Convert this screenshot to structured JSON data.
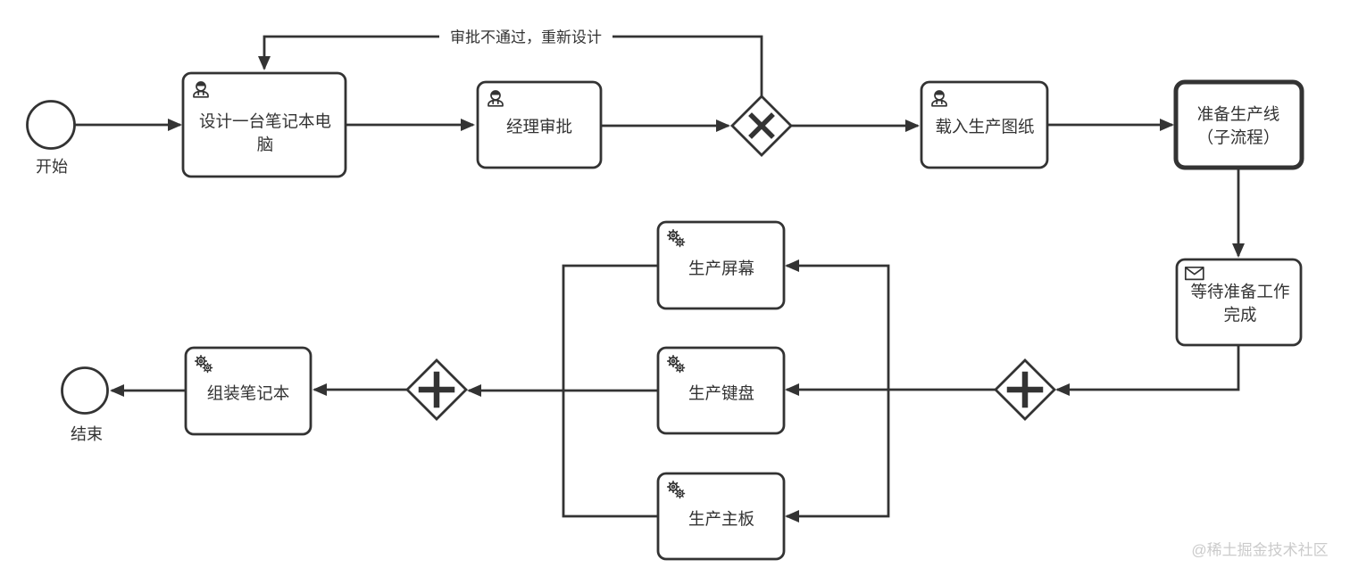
{
  "colors": {
    "stroke": "#333333",
    "text": "#333333",
    "background": "#ffffff",
    "watermark_text": "#cbcbcb"
  },
  "diagram": {
    "events": {
      "start": {
        "label": "开始"
      },
      "end": {
        "label": "结束"
      }
    },
    "tasks": {
      "design": {
        "icon": "user-icon",
        "label": "设计一台笔记本电脑",
        "lines": [
          "设计一台笔记本电",
          "脑"
        ]
      },
      "approve": {
        "icon": "user-icon",
        "label": "经理审批",
        "lines": [
          "经理审批"
        ]
      },
      "load": {
        "icon": "user-icon",
        "label": "载入生产图纸",
        "lines": [
          "载入生产图纸"
        ]
      },
      "prepare": {
        "icon": "none",
        "label": "准备生产线（子流程）",
        "lines": [
          "准备生产线",
          "（子流程）"
        ],
        "style": "subprocess-thick-border"
      },
      "wait": {
        "icon": "message-icon",
        "label": "等待准备工作完成",
        "lines": [
          "等待准备工作",
          "完成"
        ]
      },
      "screen": {
        "icon": "gears-icon",
        "label": "生产屏幕",
        "lines": [
          "生产屏幕"
        ]
      },
      "keyboard": {
        "icon": "gears-icon",
        "label": "生产键盘",
        "lines": [
          "生产键盘"
        ]
      },
      "mainboard": {
        "icon": "gears-icon",
        "label": "生产主板",
        "lines": [
          "生产主板"
        ]
      },
      "assemble": {
        "icon": "gears-icon",
        "label": "组装笔记本",
        "lines": [
          "组装笔记本"
        ]
      }
    },
    "gateways": {
      "exclusive": {
        "type": "exclusive",
        "symbol": "×"
      },
      "fork": {
        "type": "parallel",
        "symbol": "+"
      },
      "join": {
        "type": "parallel",
        "symbol": "+"
      }
    },
    "edges": [
      {
        "from": "start",
        "to": "design"
      },
      {
        "from": "design",
        "to": "approve"
      },
      {
        "from": "approve",
        "to": "exclusive-gateway"
      },
      {
        "from": "exclusive-gateway",
        "to": "design",
        "label": "审批不通过，重新设计"
      },
      {
        "from": "exclusive-gateway",
        "to": "load"
      },
      {
        "from": "load",
        "to": "prepare"
      },
      {
        "from": "prepare",
        "to": "wait"
      },
      {
        "from": "wait",
        "to": "fork-gateway"
      },
      {
        "from": "fork-gateway",
        "to": "screen"
      },
      {
        "from": "fork-gateway",
        "to": "keyboard"
      },
      {
        "from": "fork-gateway",
        "to": "mainboard"
      },
      {
        "from": "screen",
        "to": "join-gateway"
      },
      {
        "from": "keyboard",
        "to": "join-gateway"
      },
      {
        "from": "mainboard",
        "to": "join-gateway"
      },
      {
        "from": "join-gateway",
        "to": "assemble"
      },
      {
        "from": "assemble",
        "to": "end"
      }
    ],
    "watermark": "@稀土掘金技术社区"
  }
}
